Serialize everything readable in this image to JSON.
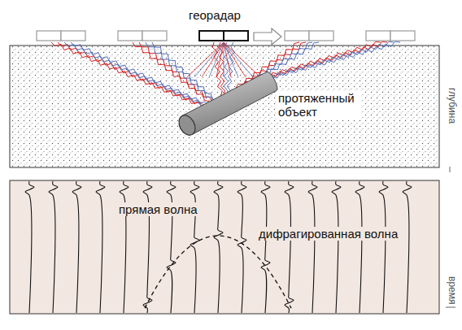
{
  "diagram": {
    "labels": [
      "георадар",
      "протяженный объект",
      "глубина",
      "прямая волна",
      "дифрагированная волна",
      "время"
    ]
  }
}
